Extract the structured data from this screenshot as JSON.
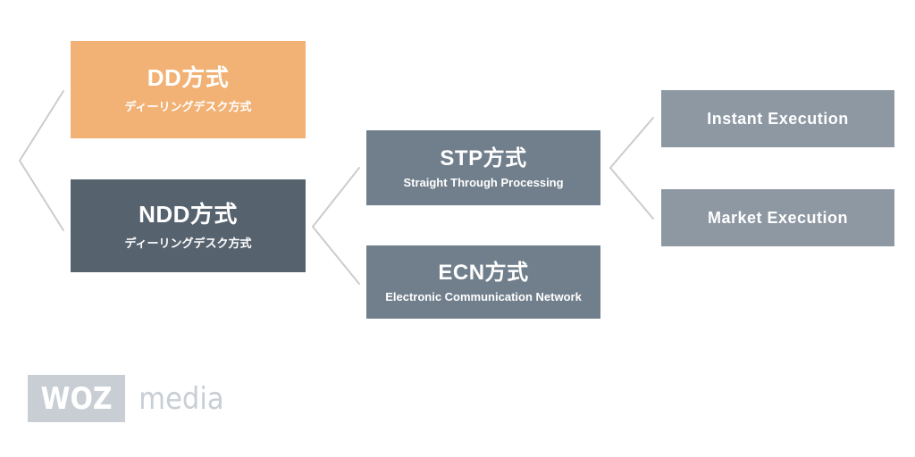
{
  "diagram": {
    "type": "tree-hierarchy",
    "background_color": "#ffffff",
    "nodes": [
      {
        "id": "dd",
        "title": "DD方式",
        "subtitle": "ディーリングデスク方式",
        "color": "#f2b275",
        "text_color": "#ffffff"
      },
      {
        "id": "ndd",
        "title": "NDD方式",
        "subtitle": "ディーリングデスク方式",
        "color": "#56636f",
        "text_color": "#ffffff"
      },
      {
        "id": "stp",
        "title": "STP方式",
        "subtitle": "Straight Through Processing",
        "color": "#717f8c",
        "text_color": "#ffffff"
      },
      {
        "id": "ecn",
        "title": "ECN方式",
        "subtitle": "Electronic Communication Network",
        "color": "#717f8c",
        "text_color": "#ffffff"
      },
      {
        "id": "instant",
        "title": "Instant Execution",
        "subtitle": "",
        "color": "#8d98a3",
        "text_color": "#ffffff"
      },
      {
        "id": "market",
        "title": "Market Execution",
        "subtitle": "",
        "color": "#8d98a3",
        "text_color": "#ffffff"
      }
    ],
    "connectors": [
      {
        "id": "root-split",
        "icon": "chevron-left-bracket",
        "color": "#cccccc",
        "branches": [
          "dd",
          "ndd"
        ]
      },
      {
        "id": "ndd-split",
        "icon": "chevron-left-bracket",
        "color": "#cccccc",
        "branches": [
          "stp",
          "ecn"
        ]
      },
      {
        "id": "stp-split",
        "icon": "chevron-left-bracket",
        "color": "#cccccc",
        "branches": [
          "instant",
          "market"
        ]
      }
    ]
  },
  "logo": {
    "mark_text": "WOZ",
    "word_text": "media",
    "mark_background": "#c8ced3",
    "mark_text_color": "#ffffff",
    "word_text_color": "#c8ced3"
  }
}
